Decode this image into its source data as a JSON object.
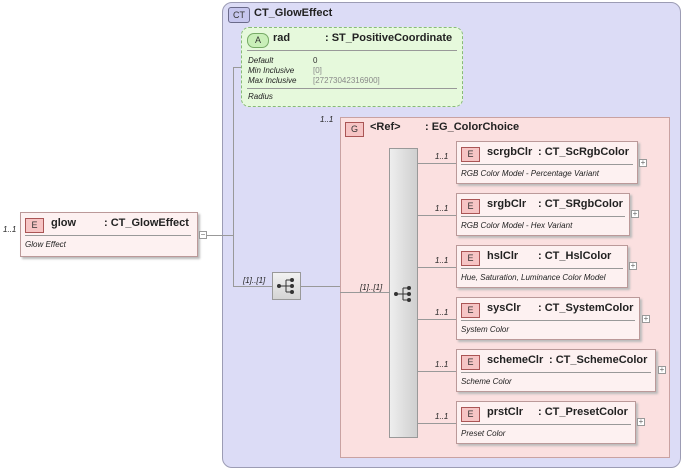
{
  "root": {
    "cardinality": "1..1",
    "badge": "E",
    "name": "glow",
    "type": ": CT_GlowEffect",
    "description": "Glow Effect",
    "expander": "−"
  },
  "complex_type": {
    "badge": "CT",
    "title": "CT_GlowEffect"
  },
  "attribute": {
    "badge": "A",
    "name": "rad",
    "type": ": ST_PositiveCoordinate",
    "facets": [
      {
        "label": "Default",
        "value": "0"
      },
      {
        "label": "Min Inclusive",
        "value": "[0]"
      },
      {
        "label": "Max Inclusive",
        "value": "[27273042316900]"
      }
    ],
    "description": "Radius"
  },
  "sequence": {
    "cardinality": "[1]..[1]"
  },
  "group": {
    "cardinality": "1..1",
    "badge": "G",
    "ref": "<Ref>",
    "type": ": EG_ColorChoice"
  },
  "choice": {
    "cardinality": "[1]..[1]"
  },
  "elements": [
    {
      "cardinality": "1..1",
      "badge": "E",
      "name": "scrgbClr",
      "type": ": CT_ScRgbColor",
      "description": "RGB Color Model - Percentage Variant",
      "expander": "+"
    },
    {
      "cardinality": "1..1",
      "badge": "E",
      "name": "srgbClr",
      "type": ": CT_SRgbColor",
      "description": "RGB Color Model - Hex Variant",
      "expander": "+"
    },
    {
      "cardinality": "1..1",
      "badge": "E",
      "name": "hslClr",
      "type": ": CT_HslColor",
      "description": "Hue, Saturation, Luminance Color Model",
      "expander": "+"
    },
    {
      "cardinality": "1..1",
      "badge": "E",
      "name": "sysClr",
      "type": ": CT_SystemColor",
      "description": "System Color",
      "expander": "+"
    },
    {
      "cardinality": "1..1",
      "badge": "E",
      "name": "schemeClr",
      "type": ": CT_SchemeColor",
      "description": "Scheme Color",
      "expander": "+"
    },
    {
      "cardinality": "1..1",
      "badge": "E",
      "name": "prstClr",
      "type": ": CT_PresetColor",
      "description": "Preset Color",
      "expander": "+"
    }
  ],
  "colors": {
    "complex_type_bg": "#dcdcf6",
    "attribute_bg": "#e6f9dc",
    "group_bg": "#fbe0e0",
    "element_bg": "#fdf1f1"
  }
}
